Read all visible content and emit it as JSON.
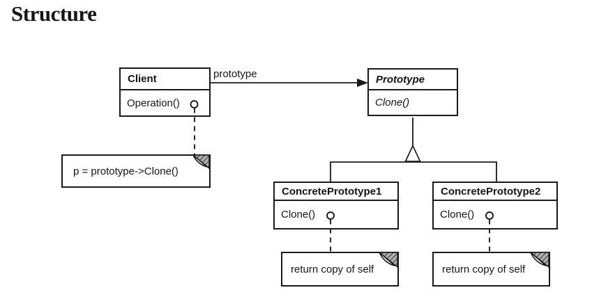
{
  "heading": "Structure",
  "diagram": {
    "classes": {
      "client": {
        "name": "Client",
        "methods": [
          "Operation()"
        ]
      },
      "prototype": {
        "name": "Prototype",
        "methods": [
          "Clone()"
        ],
        "abstract": true
      },
      "concrete1": {
        "name": "ConcretePrototype1",
        "methods": [
          "Clone()"
        ]
      },
      "concrete2": {
        "name": "ConcretePrototype2",
        "methods": [
          "Clone()"
        ]
      }
    },
    "relationships": {
      "association_label": "prototype",
      "inheritance_parent": "Prototype",
      "inheritance_children": [
        "ConcretePrototype1",
        "ConcretePrototype2"
      ]
    },
    "notes": {
      "client_note": "p = prototype->Clone()",
      "concrete1_note": "return copy of self",
      "concrete2_note": "return copy of self"
    },
    "colors": {
      "ink": "#1a1a1a",
      "paper": "#ffffff",
      "fold_shade": "#b0b0b0",
      "fold_hatch": "#3d3d3d"
    }
  }
}
